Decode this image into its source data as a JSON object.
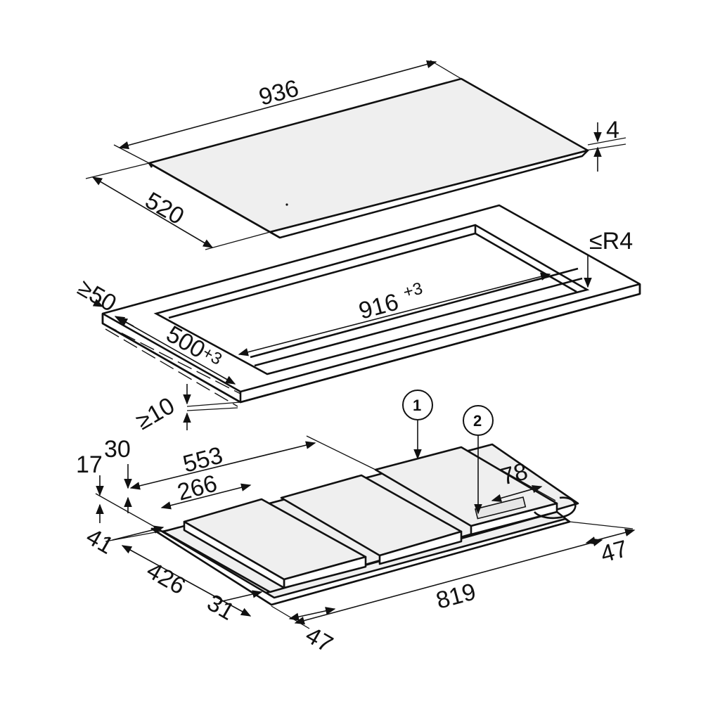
{
  "hob_top": {
    "width_label": "936",
    "depth_label": "520",
    "thickness_label": "4"
  },
  "cutout": {
    "corner_radius_label": "≤R4",
    "front_clearance_label": "≥50",
    "width_label": "916",
    "width_tolerance": "+3",
    "depth_label": "500",
    "depth_tolerance": "+3",
    "bottom_clearance_label": "≥10"
  },
  "underside": {
    "callouts": [
      "1",
      "2"
    ],
    "dim_553": "553",
    "dim_266": "266",
    "dim_30": "30",
    "dim_17": "17",
    "dim_78": "78",
    "dim_41": "41",
    "dim_426": "426",
    "dim_31": "31",
    "dim_47_front": "47",
    "dim_819": "819",
    "dim_47_right": "47"
  }
}
